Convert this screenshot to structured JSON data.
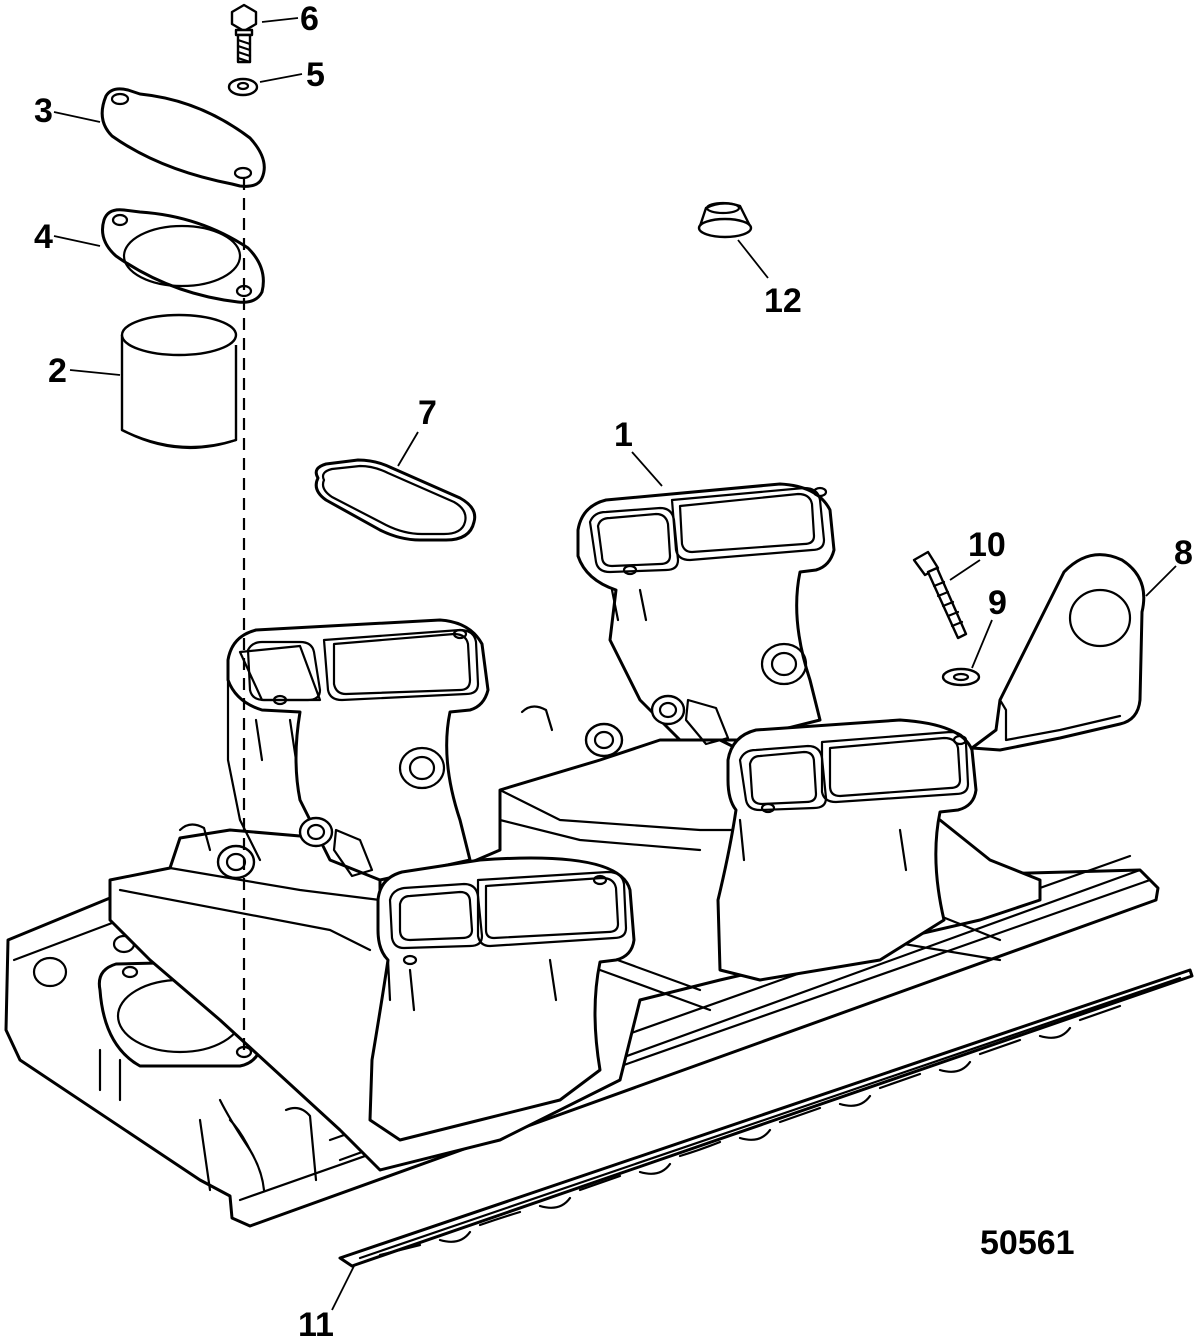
{
  "figure": {
    "number": "50561"
  },
  "callouts": [
    {
      "label": "1"
    },
    {
      "label": "2"
    },
    {
      "label": "3"
    },
    {
      "label": "4"
    },
    {
      "label": "5"
    },
    {
      "label": "6"
    },
    {
      "label": "7"
    },
    {
      "label": "8"
    },
    {
      "label": "9"
    },
    {
      "label": "10"
    },
    {
      "label": "11"
    },
    {
      "label": "12"
    }
  ]
}
